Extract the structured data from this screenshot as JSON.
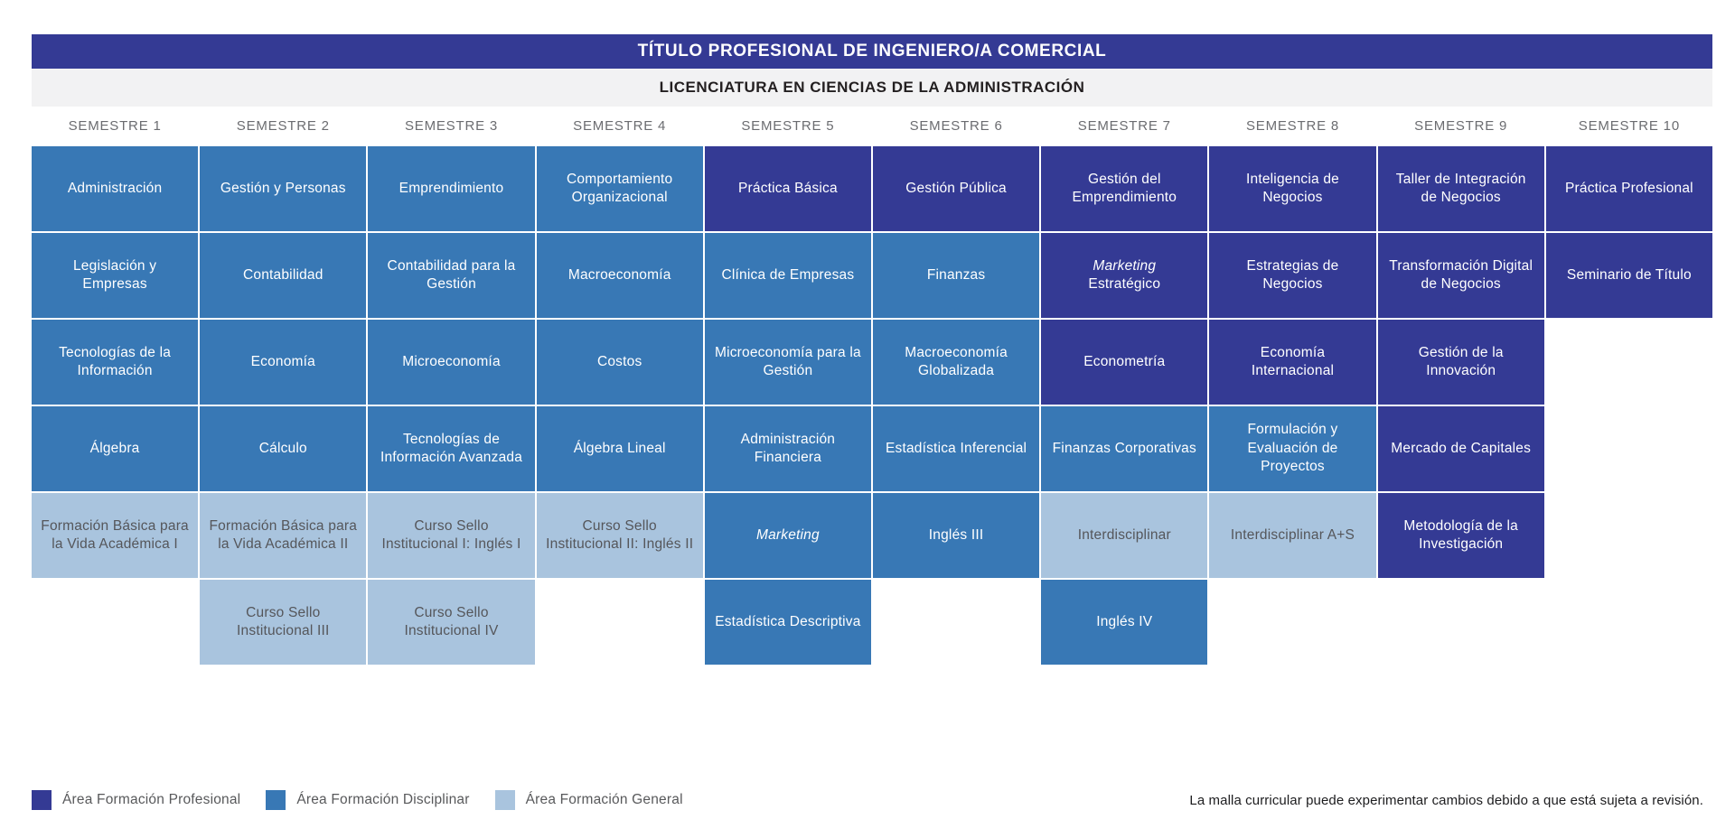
{
  "header": {
    "title": "TÍTULO PROFESIONAL DE INGENIERO/A COMERCIAL",
    "subtitle": "LICENCIATURA EN CIENCIAS DE LA ADMINISTRACIÓN"
  },
  "areas": {
    "profesional": {
      "label": "Área Formación Profesional",
      "color": "#343a94",
      "text_color": "#ffffff"
    },
    "disciplinar": {
      "label": "Área Formación Disciplinar",
      "color": "#3878b5",
      "text_color": "#ffffff"
    },
    "general": {
      "label": "Área Formación General",
      "color": "#a9c4de",
      "text_color": "#55565a"
    }
  },
  "legend_order": [
    "profesional",
    "disciplinar",
    "general"
  ],
  "disclaimer": "La malla curricular puede experimentar cambios debido a que está sujeta a revisión.",
  "semesters": [
    {
      "label": "SEMESTRE 1",
      "courses": [
        {
          "name": "Administración",
          "area": "disciplinar"
        },
        {
          "name": "Legislación y Empresas",
          "area": "disciplinar"
        },
        {
          "name": "Tecnologías de la Información",
          "area": "disciplinar"
        },
        {
          "name": "Álgebra",
          "area": "disciplinar"
        },
        {
          "name": "Formación Básica para la Vida Académica I",
          "area": "general"
        }
      ]
    },
    {
      "label": "SEMESTRE 2",
      "courses": [
        {
          "name": "Gestión y Personas",
          "area": "disciplinar"
        },
        {
          "name": "Contabilidad",
          "area": "disciplinar"
        },
        {
          "name": "Economía",
          "area": "disciplinar"
        },
        {
          "name": "Cálculo",
          "area": "disciplinar"
        },
        {
          "name": "Formación Básica para la Vida Académica II",
          "area": "general"
        },
        {
          "name": "Curso Sello Institucional III",
          "area": "general"
        }
      ]
    },
    {
      "label": "SEMESTRE 3",
      "courses": [
        {
          "name": "Emprendimiento",
          "area": "disciplinar"
        },
        {
          "name": "Contabilidad para la Gestión",
          "area": "disciplinar"
        },
        {
          "name": "Microeconomía",
          "area": "disciplinar"
        },
        {
          "name": "Tecnologías de Información Avanzada",
          "area": "disciplinar"
        },
        {
          "name": "Curso Sello Institucional I: Inglés I",
          "area": "general"
        },
        {
          "name": "Curso Sello Institucional IV",
          "area": "general"
        }
      ]
    },
    {
      "label": "SEMESTRE 4",
      "courses": [
        {
          "name": "Comportamiento Organizacional",
          "area": "disciplinar"
        },
        {
          "name": "Macroeconomía",
          "area": "disciplinar"
        },
        {
          "name": "Costos",
          "area": "disciplinar"
        },
        {
          "name": "Álgebra Lineal",
          "area": "disciplinar"
        },
        {
          "name": "Curso Sello Institucional II: Inglés II",
          "area": "general"
        }
      ]
    },
    {
      "label": "SEMESTRE 5",
      "courses": [
        {
          "name": "Práctica Básica",
          "area": "profesional"
        },
        {
          "name": "Clínica de Empresas",
          "area": "disciplinar"
        },
        {
          "name": "Microeconomía para la Gestión",
          "area": "disciplinar"
        },
        {
          "name": "Administración Financiera",
          "area": "disciplinar"
        },
        {
          "name": "Marketing",
          "area": "disciplinar",
          "italic_part": "Marketing"
        },
        {
          "name": "Estadística Descriptiva",
          "area": "disciplinar"
        }
      ]
    },
    {
      "label": "SEMESTRE 6",
      "courses": [
        {
          "name": "Gestión Pública",
          "area": "profesional"
        },
        {
          "name": "Finanzas",
          "area": "disciplinar"
        },
        {
          "name": "Macroeconomía Globalizada",
          "area": "disciplinar"
        },
        {
          "name": "Estadística Inferencial",
          "area": "disciplinar"
        },
        {
          "name": "Inglés III",
          "area": "disciplinar"
        }
      ]
    },
    {
      "label": "SEMESTRE 7",
      "courses": [
        {
          "name": "Gestión del Emprendimiento",
          "area": "profesional"
        },
        {
          "name": "Marketing Estratégico",
          "area": "profesional",
          "italic_part": "Marketing",
          "break_after_italic": true
        },
        {
          "name": "Econometría",
          "area": "profesional"
        },
        {
          "name": "Finanzas Corporativas",
          "area": "disciplinar"
        },
        {
          "name": "Interdisciplinar",
          "area": "general"
        },
        {
          "name": "Inglés IV",
          "area": "disciplinar"
        }
      ]
    },
    {
      "label": "SEMESTRE 8",
      "courses": [
        {
          "name": "Inteligencia de Negocios",
          "area": "profesional"
        },
        {
          "name": "Estrategias de Negocios",
          "area": "profesional"
        },
        {
          "name": "Economía Internacional",
          "area": "profesional"
        },
        {
          "name": "Formulación y Evaluación de Proyectos",
          "area": "disciplinar"
        },
        {
          "name": "Interdisciplinar A+S",
          "area": "general"
        }
      ]
    },
    {
      "label": "SEMESTRE 9",
      "courses": [
        {
          "name": "Taller de Integración de Negocios",
          "area": "profesional"
        },
        {
          "name": "Transformación Digital de Negocios",
          "area": "profesional"
        },
        {
          "name": "Gestión de la Innovación",
          "area": "profesional"
        },
        {
          "name": "Mercado de Capitales",
          "area": "profesional"
        },
        {
          "name": "Metodología de la Investigación",
          "area": "profesional"
        }
      ]
    },
    {
      "label": "SEMESTRE 10",
      "courses": [
        {
          "name": "Práctica Profesional",
          "area": "profesional"
        },
        {
          "name": "Seminario de Título",
          "area": "profesional"
        }
      ]
    }
  ]
}
